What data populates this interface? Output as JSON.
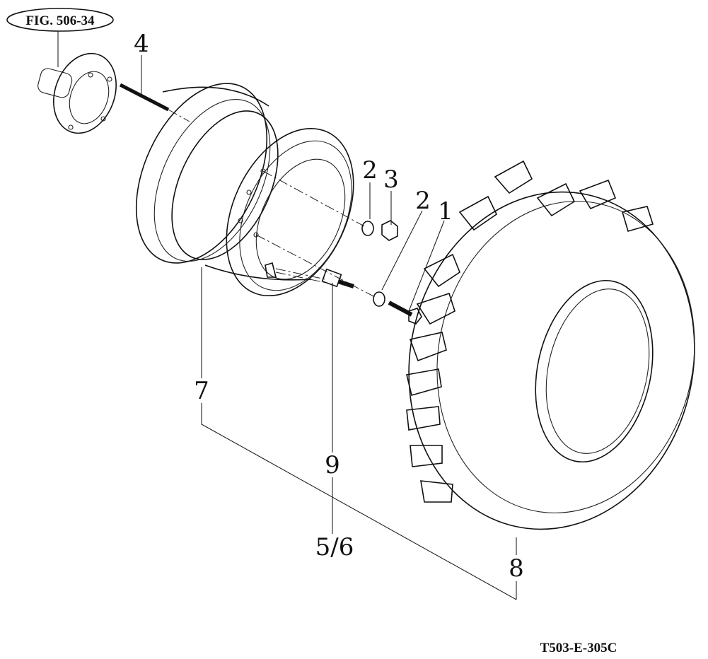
{
  "figure_reference": "FIG. 506-34",
  "drawing_code": "T503-E-305C",
  "callouts": {
    "stud": "4",
    "lock_washer_upper": "2",
    "nut": "3",
    "lock_washer_lower": "2",
    "bolt": "1",
    "rim": "7",
    "valve": "9",
    "valve_parts": "5/6",
    "tire": "8"
  }
}
